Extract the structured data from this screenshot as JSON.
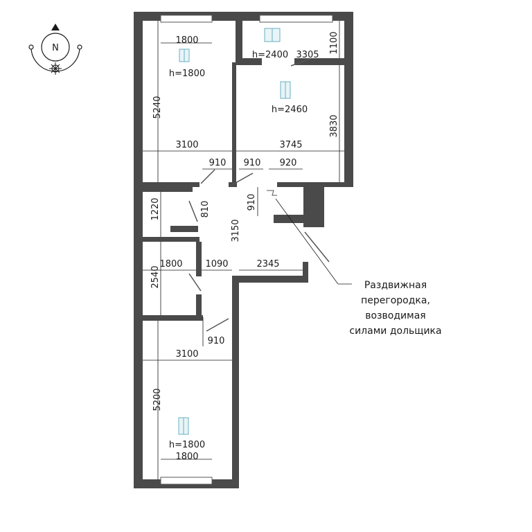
{
  "compass": {
    "north_label": "N"
  },
  "dimensions": {
    "room1_width": "1800",
    "room1_window_h": "h=1800",
    "room1_length": "5240",
    "room1_depth": "3100",
    "balcony_window_h": "h=2400",
    "balcony_width": "3305",
    "balcony_depth": "1100",
    "kitchen_window_h": "h=2460",
    "kitchen_length": "3830",
    "kitchen_width": "3745",
    "door_910_a": "910",
    "door_910_b": "910",
    "door_920": "920",
    "door_910_c": "910",
    "bath_1220": "1220",
    "bath_door_810": "810",
    "hall_3150": "3150",
    "wc_1800": "1800",
    "hall_1090": "1090",
    "hall_2345": "2345",
    "wc_2540": "2540",
    "door_910_d": "910",
    "room2_depth": "3100",
    "room2_length": "5200",
    "room2_window_h": "h=1800",
    "room2_width": "1800"
  },
  "annotation": {
    "line1": "Раздвижная",
    "line2": "перегородка,",
    "line3": "возводимая",
    "line4": "силами дольщика"
  },
  "colors": {
    "wall": "#4a4a4a",
    "window": "#6ab0c0",
    "text": "#1a1a1a"
  }
}
